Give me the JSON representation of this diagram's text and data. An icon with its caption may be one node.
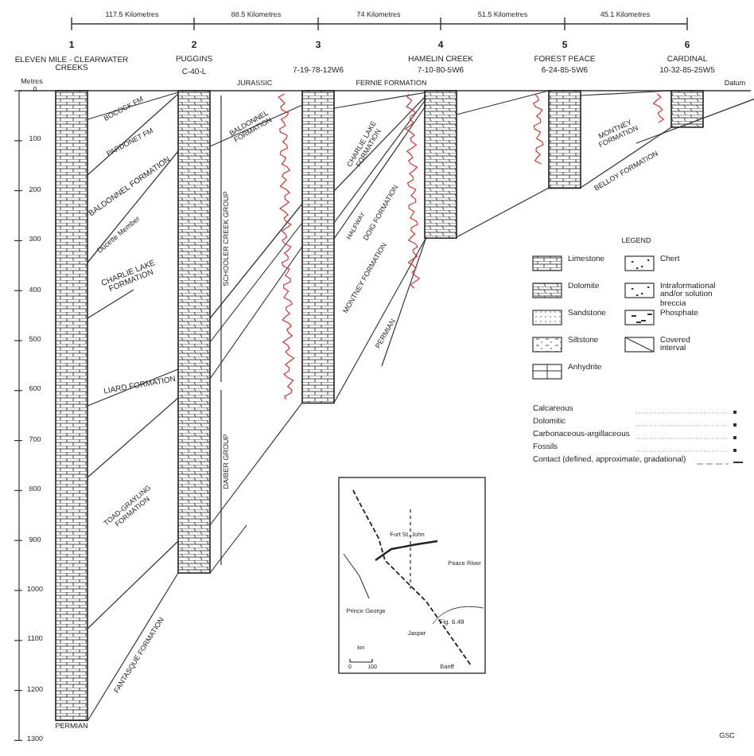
{
  "diagram": {
    "labels": [
      "117.5 Kilometres",
      "88.5 Kilometres",
      "74 Kilometres",
      "51.5 Kilometres",
      "45.1 Kilometres",
      "1",
      "ELEVEN MILE - CLEARWATER CREEKS",
      "2",
      "PUGGINS",
      "C-40-L",
      "3",
      "7-19-78-12W6",
      "4",
      "HAMELIN CREEK",
      "7-10-80-5W6",
      "5",
      "FOREST PEACE",
      "6-24-85-5W6",
      "6",
      "CARDINAL",
      "10-32-85-25W5",
      "Metres",
      "JURASSIC",
      "FERNIE FORMATION",
      "Datum",
      "0",
      "100",
      "200",
      "300",
      "400",
      "500",
      "600",
      "700",
      "800",
      "900",
      "1000",
      "1100",
      "1200",
      "1300",
      "BOCOCK FM",
      "PARDONET FM",
      "BALDONNEL FORMATION",
      "Ducette Member",
      "CHARLIE LAKE FORMATION",
      "LIARD FORMATION",
      "TOAD-GRAYLING FORMATION",
      "FANTASQUE FORMATION",
      "PERMIAN",
      "SCHOOLER CREEK GROUP",
      "DAIBER GROUP",
      "BALDONNEL FORMATION",
      "CHARLIE LAKE FORMATION",
      "HALFWAY",
      "DOIG FORMATION",
      "MONTNEY FORMATION",
      "PERMIAN",
      "MONTNEY FORMATION",
      "BELLOY FORMATION",
      "LEGEND",
      "GSC",
      "Fort St. John",
      "Peace River",
      "Prince George",
      "Fig. 6.49",
      "Jasper",
      "Banff",
      "km",
      "0",
      "100"
    ],
    "legend": [
      {
        "text": "Limestone"
      },
      {
        "text": "Chert"
      },
      {
        "text": "Dolomite"
      },
      {
        "text": "Intraformational and/or solution breccia"
      },
      {
        "text": "Sandstone"
      },
      {
        "text": "Phosphate"
      },
      {
        "text": "Siltstone"
      },
      {
        "text": "Covered interval"
      },
      {
        "text": "Anhydrite"
      },
      {
        "text": "Calcareous"
      },
      {
        "text": "Dolomitic"
      },
      {
        "text": "Carbonaceous-argillaceous"
      },
      {
        "text": "Fossils"
      },
      {
        "text": "Contact (defined, approximate, gradational)"
      }
    ]
  }
}
